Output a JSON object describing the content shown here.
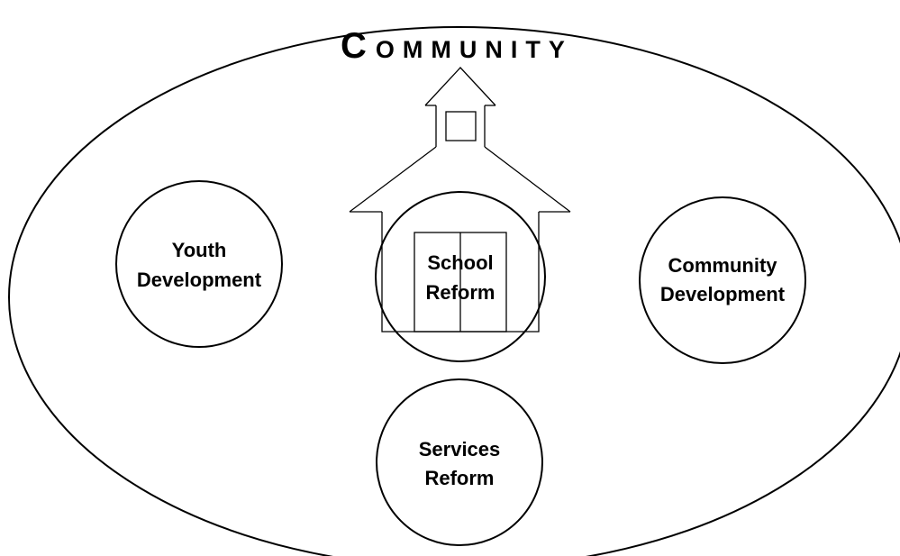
{
  "title": {
    "initial": "C",
    "rest": "OMMUNITY"
  },
  "nodes": {
    "youth": {
      "line1": "Youth",
      "line2": "Development"
    },
    "school": {
      "line1": "School",
      "line2": "Reform"
    },
    "community": {
      "line1": "Community",
      "line2": "Development"
    },
    "services": {
      "line1": "Services",
      "line2": "Reform"
    }
  },
  "icons": {
    "schoolhouse": "schoolhouse-icon"
  },
  "colors": {
    "stroke": "#000000",
    "background": "#ffffff"
  }
}
